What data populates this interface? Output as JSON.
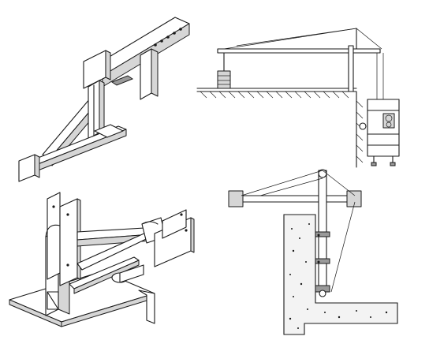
{
  "figure": {
    "panels": [
      {
        "id": "bracket-truss-isometric"
      },
      {
        "id": "suspended-platform-roof-installation"
      },
      {
        "id": "bracket-base-isometric"
      },
      {
        "id": "cantilever-beam-on-parapet-section"
      }
    ]
  }
}
